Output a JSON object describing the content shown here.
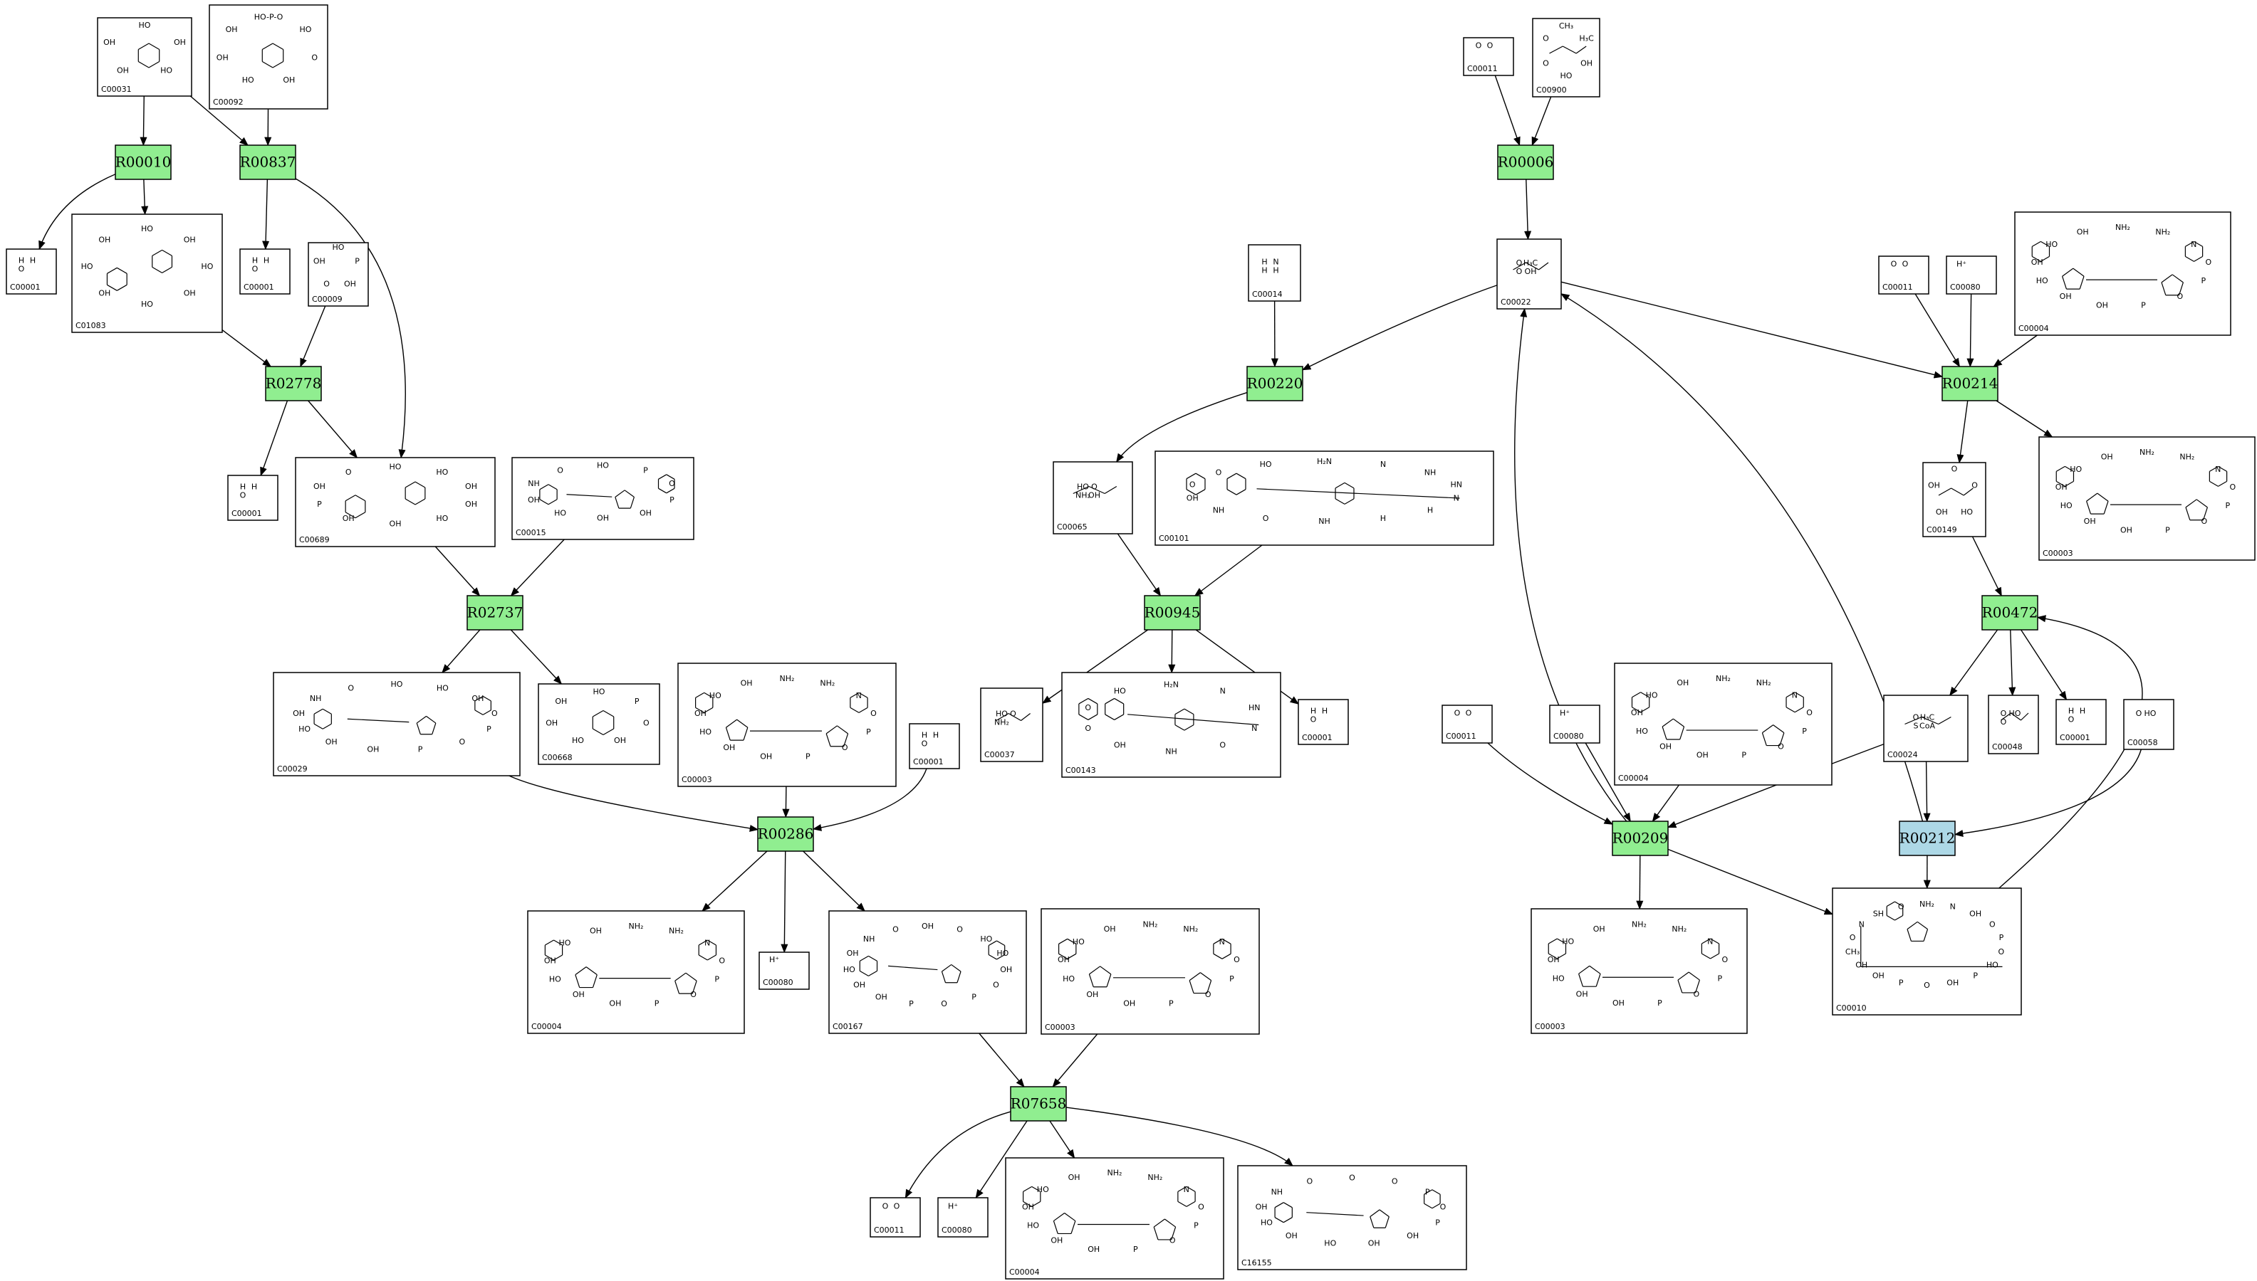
{
  "colors": {
    "reaction_fill": "#90ee90",
    "reaction_fill_selected": "#add8e6",
    "line": "#000000",
    "background": "#ffffff"
  },
  "reactions": [
    {
      "id": "R00010",
      "label": "R00010",
      "highlight": false
    },
    {
      "id": "R00837",
      "label": "R00837",
      "highlight": false
    },
    {
      "id": "R02778",
      "label": "R02778",
      "highlight": false
    },
    {
      "id": "R02737",
      "label": "R02737",
      "highlight": false
    },
    {
      "id": "R00286",
      "label": "R00286",
      "highlight": false
    },
    {
      "id": "R07658",
      "label": "R07658",
      "highlight": false
    },
    {
      "id": "R00220",
      "label": "R00220",
      "highlight": false
    },
    {
      "id": "R00945",
      "label": "R00945",
      "highlight": false
    },
    {
      "id": "R00006",
      "label": "R00006",
      "highlight": false
    },
    {
      "id": "R00214",
      "label": "R00214",
      "highlight": false
    },
    {
      "id": "R00472",
      "label": "R00472",
      "highlight": false
    },
    {
      "id": "R00209",
      "label": "R00209",
      "highlight": false
    },
    {
      "id": "R00212",
      "label": "R00212",
      "highlight": true
    }
  ],
  "compounds": [
    {
      "key": "c00031",
      "id": "C00031",
      "kind": "sugar",
      "texts": [
        "HO",
        "OH",
        "HO",
        "OH",
        "OH"
      ]
    },
    {
      "key": "c00092",
      "id": "C00092",
      "kind": "sugar-phosphate",
      "texts": [
        "HO-P-O",
        "HO",
        "O",
        "OH",
        "HO",
        "OH",
        "OH"
      ]
    },
    {
      "key": "c00001a",
      "id": "C00001",
      "kind": "water",
      "texts": [
        "H",
        "H",
        "O"
      ]
    },
    {
      "key": "c01083",
      "id": "C01083",
      "kind": "disaccharide",
      "texts": [
        "HO",
        "OH",
        "HO",
        "OH",
        "HO",
        "OH",
        "HO",
        "OH"
      ]
    },
    {
      "key": "c00001b",
      "id": "C00001",
      "kind": "water",
      "texts": [
        "H",
        "H",
        "O"
      ]
    },
    {
      "key": "c00009",
      "id": "C00009",
      "kind": "phosphate",
      "texts": [
        "HO",
        "P",
        "OH",
        "O",
        "OH"
      ]
    },
    {
      "key": "c00001c",
      "id": "C00001",
      "kind": "water",
      "texts": [
        "H",
        "H",
        "O"
      ]
    },
    {
      "key": "c00689",
      "id": "C00689",
      "kind": "disaccharide-phosphate",
      "texts": [
        "HO",
        "HO",
        "OH",
        "OH",
        "HO",
        "OH",
        "OH",
        "P",
        "OH",
        "O"
      ]
    },
    {
      "key": "c00015",
      "id": "C00015",
      "kind": "nucleotide",
      "texts": [
        "HO",
        "P",
        "O",
        "P",
        "OH",
        "OH",
        "HO",
        "OH",
        "NH",
        "O"
      ]
    },
    {
      "key": "c00029",
      "id": "C00029",
      "kind": "nucleotide-sugar",
      "texts": [
        "HO",
        "HO",
        "OH",
        "O",
        "P",
        "O",
        "P",
        "OH",
        "OH",
        "HO",
        "OH",
        "NH",
        "O"
      ]
    },
    {
      "key": "c00668",
      "id": "C00668",
      "kind": "sugar-phosphate",
      "texts": [
        "HO",
        "P",
        "O",
        "OH",
        "HO",
        "OH",
        "OH"
      ]
    },
    {
      "key": "c00003a",
      "id": "C00003",
      "kind": "dinucleotide",
      "texts": [
        "NH₂",
        "NH₂",
        "N",
        "O",
        "P",
        "O",
        "P",
        "OH",
        "OH",
        "HO",
        "OH",
        "HO",
        "OH"
      ]
    },
    {
      "key": "c00001d",
      "id": "C00001",
      "kind": "water",
      "texts": [
        "H",
        "H",
        "O"
      ]
    },
    {
      "key": "c00004a",
      "id": "C00004",
      "kind": "dinucleotide",
      "texts": [
        "NH₂",
        "NH₂",
        "N",
        "O",
        "P",
        "O",
        "P",
        "OH",
        "OH",
        "HO",
        "OH",
        "HO",
        "OH"
      ]
    },
    {
      "key": "c00080a",
      "id": "C00080",
      "kind": "proton",
      "texts": [
        "H⁺"
      ]
    },
    {
      "key": "c00167",
      "id": "C00167",
      "kind": "nucleotide-sugar",
      "texts": [
        "OH",
        "O",
        "HO",
        "HO",
        "OH",
        "O",
        "P",
        "O",
        "P",
        "OH",
        "OH",
        "HO",
        "OH",
        "NH",
        "O"
      ]
    },
    {
      "key": "c00003b",
      "id": "C00003",
      "kind": "dinucleotide",
      "texts": [
        "NH₂",
        "NH₂",
        "N",
        "O",
        "P",
        "O",
        "P",
        "OH",
        "OH",
        "HO",
        "OH",
        "HO",
        "OH"
      ]
    },
    {
      "key": "c00011a",
      "id": "C00011",
      "kind": "co2",
      "texts": [
        "O",
        "O"
      ]
    },
    {
      "key": "c00080b",
      "id": "C00080",
      "kind": "proton",
      "texts": [
        "H⁺"
      ]
    },
    {
      "key": "c00004b",
      "id": "C00004",
      "kind": "dinucleotide",
      "texts": [
        "NH₂",
        "NH₂",
        "N",
        "O",
        "P",
        "O",
        "P",
        "OH",
        "OH",
        "HO",
        "OH",
        "HO",
        "OH"
      ]
    },
    {
      "key": "c16155",
      "id": "C16155",
      "kind": "nucleotide-sugar",
      "texts": [
        "O",
        "O",
        "P",
        "O",
        "P",
        "OH",
        "OH",
        "HO",
        "OH",
        "HO",
        "OH",
        "NH",
        "O"
      ]
    },
    {
      "key": "c00014",
      "id": "C00014",
      "kind": "ammonia",
      "texts": [
        "H",
        "N",
        "H",
        "H"
      ]
    },
    {
      "key": "c00065",
      "id": "C00065",
      "kind": "amino-acid",
      "texts": [
        "HO",
        "O",
        "NH₂",
        "OH"
      ]
    },
    {
      "key": "c00101",
      "id": "C00101",
      "kind": "folate",
      "texts": [
        "H₂N",
        "N",
        "NH",
        "HN",
        "N",
        "H",
        "H",
        "NH",
        "O",
        "NH",
        "OH",
        "O",
        "O",
        "HO"
      ]
    },
    {
      "key": "c00037",
      "id": "C00037",
      "kind": "amino-acid",
      "texts": [
        "HO",
        "O",
        "NH₂"
      ]
    },
    {
      "key": "c00143",
      "id": "C00143",
      "kind": "folate",
      "texts": [
        "H₂N",
        "N",
        "HN",
        "N",
        "O",
        "NH",
        "OH",
        "O",
        "O",
        "HO"
      ]
    },
    {
      "key": "c00001e",
      "id": "C00001",
      "kind": "water",
      "texts": [
        "H",
        "H",
        "O"
      ]
    },
    {
      "key": "c00011b",
      "id": "C00011",
      "kind": "co2",
      "texts": [
        "O",
        "O"
      ]
    },
    {
      "key": "c00900",
      "id": "C00900",
      "kind": "keto-acid",
      "texts": [
        "CH₃",
        "H₃C",
        "OH",
        "HO",
        "O",
        "O"
      ]
    },
    {
      "key": "c00022",
      "id": "C00022",
      "kind": "keto-acid",
      "texts": [
        "O",
        "H₃C",
        "O",
        "OH"
      ]
    },
    {
      "key": "c00011c",
      "id": "C00011",
      "kind": "co2",
      "texts": [
        "O",
        "O"
      ]
    },
    {
      "key": "c00080c",
      "id": "C00080",
      "kind": "proton",
      "texts": [
        "H⁺"
      ]
    },
    {
      "key": "c00004c",
      "id": "C00004",
      "kind": "dinucleotide",
      "texts": [
        "NH₂",
        "NH₂",
        "N",
        "O",
        "P",
        "O",
        "P",
        "OH",
        "OH",
        "HO",
        "OH",
        "HO",
        "OH"
      ]
    },
    {
      "key": "c00149",
      "id": "C00149",
      "kind": "dicarboxylic-acid",
      "texts": [
        "O",
        "O",
        "HO",
        "OH",
        "OH"
      ]
    },
    {
      "key": "c00003c",
      "id": "C00003",
      "kind": "dinucleotide",
      "texts": [
        "NH₂",
        "NH₂",
        "N",
        "O",
        "P",
        "O",
        "P",
        "OH",
        "OH",
        "HO",
        "OH",
        "HO",
        "OH"
      ]
    },
    {
      "key": "c00024",
      "id": "C00024",
      "kind": "acyl-coa",
      "texts": [
        "O",
        "H₃C",
        "S",
        "CoA"
      ]
    },
    {
      "key": "c00048",
      "id": "C00048",
      "kind": "aldehyde-acid",
      "texts": [
        "O",
        "HO",
        "O"
      ]
    },
    {
      "key": "c00001f",
      "id": "C00001",
      "kind": "water",
      "texts": [
        "H",
        "H",
        "O"
      ]
    },
    {
      "key": "c00058",
      "id": "C00058",
      "kind": "formate",
      "texts": [
        "O",
        "HO"
      ]
    },
    {
      "key": "c00011d",
      "id": "C00011",
      "kind": "co2",
      "texts": [
        "O",
        "O"
      ]
    },
    {
      "key": "c00080d",
      "id": "C00080",
      "kind": "proton",
      "texts": [
        "H⁺"
      ]
    },
    {
      "key": "c00004d",
      "id": "C00004",
      "kind": "dinucleotide",
      "texts": [
        "NH₂",
        "NH₂",
        "N",
        "O",
        "P",
        "O",
        "P",
        "OH",
        "OH",
        "HO",
        "OH",
        "HO",
        "OH"
      ]
    },
    {
      "key": "c00003d",
      "id": "C00003",
      "kind": "dinucleotide",
      "texts": [
        "NH₂",
        "NH₂",
        "N",
        "O",
        "P",
        "O",
        "P",
        "OH",
        "OH",
        "HO",
        "OH",
        "HO",
        "OH"
      ]
    },
    {
      "key": "c00010",
      "id": "C00010",
      "kind": "coenzyme-a",
      "texts": [
        "NH₂",
        "N",
        "OH",
        "O",
        "P",
        "O",
        "HO",
        "P",
        "OH",
        "O",
        "P",
        "OH",
        "OH",
        "CH₃",
        "O",
        "N",
        "SH",
        "O"
      ]
    }
  ],
  "edges": [
    {
      "from": "c00031",
      "to": "R00010"
    },
    {
      "from": "c00031",
      "to": "R00837"
    },
    {
      "from": "c00092",
      "to": "R00837"
    },
    {
      "from": "R00010",
      "to": "c00001a"
    },
    {
      "from": "R00010",
      "to": "c01083"
    },
    {
      "from": "R00837",
      "to": "c00001b"
    },
    {
      "from": "R00837",
      "to": "c00689"
    },
    {
      "from": "c01083",
      "to": "R02778"
    },
    {
      "from": "c00009",
      "to": "R02778"
    },
    {
      "from": "R02778",
      "to": "c00001c"
    },
    {
      "from": "R02778",
      "to": "c00689"
    },
    {
      "from": "c00689",
      "to": "R02737"
    },
    {
      "from": "c00015",
      "to": "R02737"
    },
    {
      "from": "R02737",
      "to": "c00029"
    },
    {
      "from": "R02737",
      "to": "c00668"
    },
    {
      "from": "c00029",
      "to": "R00286"
    },
    {
      "from": "c00003a",
      "to": "R00286"
    },
    {
      "from": "c00001d",
      "to": "R00286"
    },
    {
      "from": "R00286",
      "to": "c00004a"
    },
    {
      "from": "R00286",
      "to": "c00080a"
    },
    {
      "from": "R00286",
      "to": "c00167"
    },
    {
      "from": "c00167",
      "to": "R07658"
    },
    {
      "from": "c00003b",
      "to": "R07658"
    },
    {
      "from": "R07658",
      "to": "c00011a"
    },
    {
      "from": "R07658",
      "to": "c00080b"
    },
    {
      "from": "R07658",
      "to": "c00004b"
    },
    {
      "from": "R07658",
      "to": "c16155"
    },
    {
      "from": "c00014",
      "to": "R00220"
    },
    {
      "from": "c00022",
      "to": "R00220"
    },
    {
      "from": "R00220",
      "to": "c00065"
    },
    {
      "from": "c00065",
      "to": "R00945"
    },
    {
      "from": "c00101",
      "to": "R00945"
    },
    {
      "from": "R00945",
      "to": "c00037"
    },
    {
      "from": "R00945",
      "to": "c00143"
    },
    {
      "from": "R00945",
      "to": "c00001e"
    },
    {
      "from": "c00011b",
      "to": "R00006"
    },
    {
      "from": "c00900",
      "to": "R00006"
    },
    {
      "from": "R00006",
      "to": "c00022"
    },
    {
      "from": "c00022",
      "to": "R00214"
    },
    {
      "from": "c00011c",
      "to": "R00214"
    },
    {
      "from": "c00080c",
      "to": "R00214"
    },
    {
      "from": "c00004c",
      "to": "R00214"
    },
    {
      "from": "R00214",
      "to": "c00149"
    },
    {
      "from": "R00214",
      "to": "c00003c"
    },
    {
      "from": "c00149",
      "to": "R00472"
    },
    {
      "from": "c00010",
      "to": "R00472"
    },
    {
      "from": "R00472",
      "to": "c00024"
    },
    {
      "from": "R00472",
      "to": "c00048"
    },
    {
      "from": "R00472",
      "to": "c00001f"
    },
    {
      "from": "c00011d",
      "to": "R00209"
    },
    {
      "from": "c00080d",
      "to": "R00209"
    },
    {
      "from": "c00004d",
      "to": "R00209"
    },
    {
      "from": "c00024",
      "to": "R00209"
    },
    {
      "from": "R00209",
      "to": "c00022"
    },
    {
      "from": "R00209",
      "to": "c00003d"
    },
    {
      "from": "R00209",
      "to": "c00010"
    },
    {
      "from": "c00024",
      "to": "R00212"
    },
    {
      "from": "c00058",
      "to": "R00212"
    },
    {
      "from": "R00212",
      "to": "c00022"
    },
    {
      "from": "R00212",
      "to": "c00010"
    }
  ]
}
